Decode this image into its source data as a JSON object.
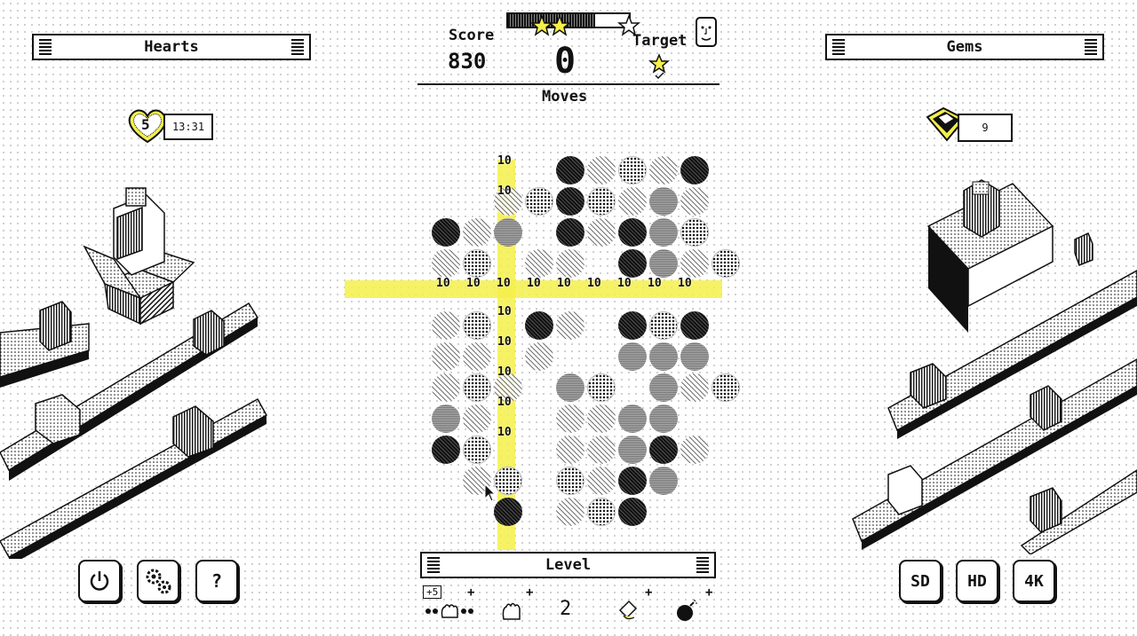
{
  "left_panel": {
    "title": "Hearts",
    "hearts_count": "5",
    "timer": "13:31"
  },
  "right_panel": {
    "title": "Gems",
    "gems_count": "9"
  },
  "hud": {
    "score_label": "Score",
    "score_value": "830",
    "moves_value": "0",
    "moves_label": "Moves",
    "target_label": "Target",
    "stars_earned": 2,
    "stars_total": 3
  },
  "board": {
    "bonus_label": "10"
  },
  "bottom": {
    "level_label": "Level",
    "boost_badge": "+5",
    "boost_plus": "+",
    "center_count": "2"
  },
  "settings_buttons": {
    "power_icon": "power-icon",
    "gear_icon": "gears-icon",
    "help_label": "?"
  },
  "resolution_buttons": [
    {
      "label": "SD"
    },
    {
      "label": "HD"
    },
    {
      "label": "4K"
    }
  ],
  "colors": {
    "highlight": "#f5f04a",
    "ink": "#111111",
    "paper": "#ffffff"
  }
}
